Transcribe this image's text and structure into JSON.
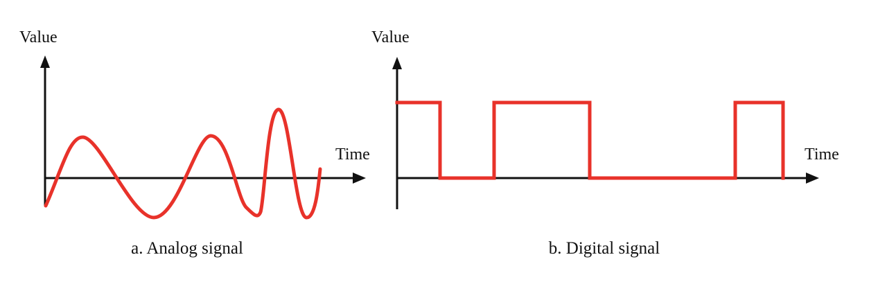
{
  "colors": {
    "signal": "#e8322a",
    "axis": "#111111",
    "background": "#ffffff"
  },
  "panels": [
    {
      "id": "analog",
      "caption": "a. Analog signal",
      "y_axis_label": "Value",
      "x_axis_label": "Time",
      "signal_kind": "continuous-wave"
    },
    {
      "id": "digital",
      "caption": "b. Digital signal",
      "y_axis_label": "Value",
      "x_axis_label": "Time",
      "signal_kind": "square-wave",
      "levels_sequence": [
        1,
        0,
        1,
        0,
        1
      ]
    }
  ]
}
